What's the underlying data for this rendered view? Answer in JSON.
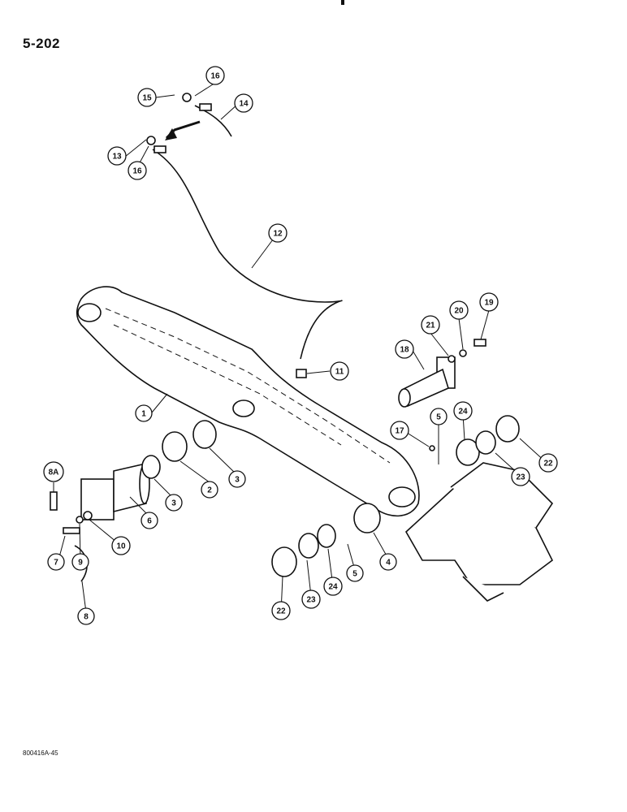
{
  "page_number": "5-202",
  "figure_code": "800416A-45",
  "callouts": [
    "1",
    "2",
    "3",
    "3",
    "4",
    "5",
    "5",
    "6",
    "7",
    "8",
    "8A",
    "9",
    "10",
    "11",
    "12",
    "13",
    "14",
    "15",
    "16",
    "16",
    "17",
    "18",
    "19",
    "20",
    "21",
    "22",
    "22",
    "23",
    "23",
    "24",
    "24"
  ]
}
